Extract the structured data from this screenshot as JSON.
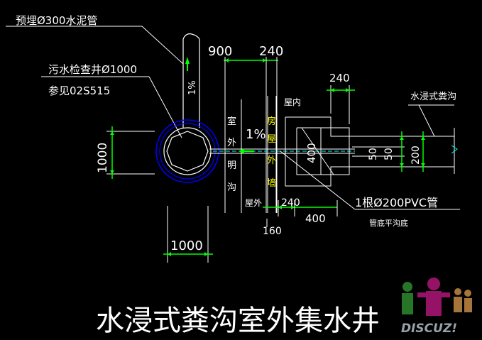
{
  "labels": {
    "preburied_pipe": "预埋Ø300水泥管",
    "manhole_line1": "污水检查井Ø1000",
    "manhole_line2": "参见02S515",
    "slope_vertical": "1%",
    "dim_900": "900",
    "dim_240_top": "240",
    "dim_240_right": "240",
    "dim_1000_left": "1000",
    "dim_1000_bottom": "1000",
    "outdoor_ditch": [
      "室",
      "外",
      "明",
      "沟"
    ],
    "house_wall": [
      "房",
      "屋",
      "外",
      "墙"
    ],
    "indoor": "屋内",
    "outdoor": "屋外",
    "slope_horizontal": "1%",
    "dim_400_box": "400",
    "dim_50": "50",
    "dim_50b": "50",
    "dim_200": "200",
    "trench_name": "水浸式粪沟",
    "pvc_pipe": "1根Ø200PVC管",
    "pipe_note": "管底平沟底",
    "dim_240_bottom": "240",
    "dim_400_bottom": "400",
    "dim_160": "160",
    "title": "水浸式粪沟室外集水井",
    "watermark": "DISCUZ!"
  },
  "colors": {
    "background": "#000000",
    "lines": "#ffffff",
    "dimension": "#00ff00",
    "manhole_ring": "#0000ff",
    "pipe_axis": "#00ffff",
    "wall_text": "#ffff00",
    "arrow": "#00ff00"
  }
}
